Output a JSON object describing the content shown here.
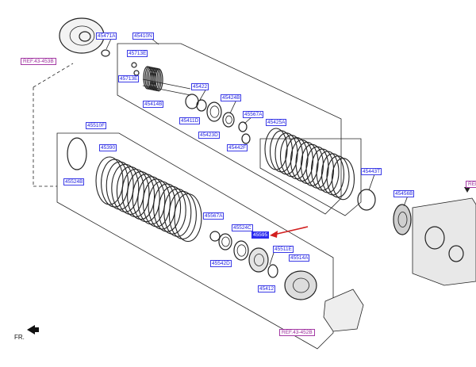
{
  "labels": {
    "p45471A": "45471A",
    "p45410N": "45410N",
    "p45713E_a": "45713E",
    "p45713E_b": "45713E",
    "p45414B": "45414B",
    "p45422": "45422",
    "p45411D": "45411D",
    "p45424B": "45424B",
    "p45423D": "45423D",
    "p45567A_a": "45567A",
    "p45425A": "45425A",
    "p45442F": "45442F",
    "p45510F": "45510F",
    "p45390": "45390",
    "p45524B": "45524B",
    "p45443T": "45443T",
    "p45456B": "45456B",
    "p45567A_b": "45567A",
    "p45524C": "45524C",
    "p45595": "45595",
    "p45542D": "45542D",
    "p45511E": "45511E",
    "p45514A": "45514A",
    "p45412": "45412"
  },
  "refs": {
    "ref_top": "REF.43-453B",
    "ref_bottom": "REF.43-452B",
    "ref_right": "REF"
  },
  "front_marker": "FR.",
  "colors": {
    "label_text": "#1b1be0",
    "highlight": "#2c2cf0",
    "ref_text": "#9b2a9b",
    "arrow": "#d21f1f",
    "line": "#222222"
  },
  "icons": {
    "front_arrow": "front-arrow-icon",
    "pointer": "red-pointer-arrow-icon"
  }
}
